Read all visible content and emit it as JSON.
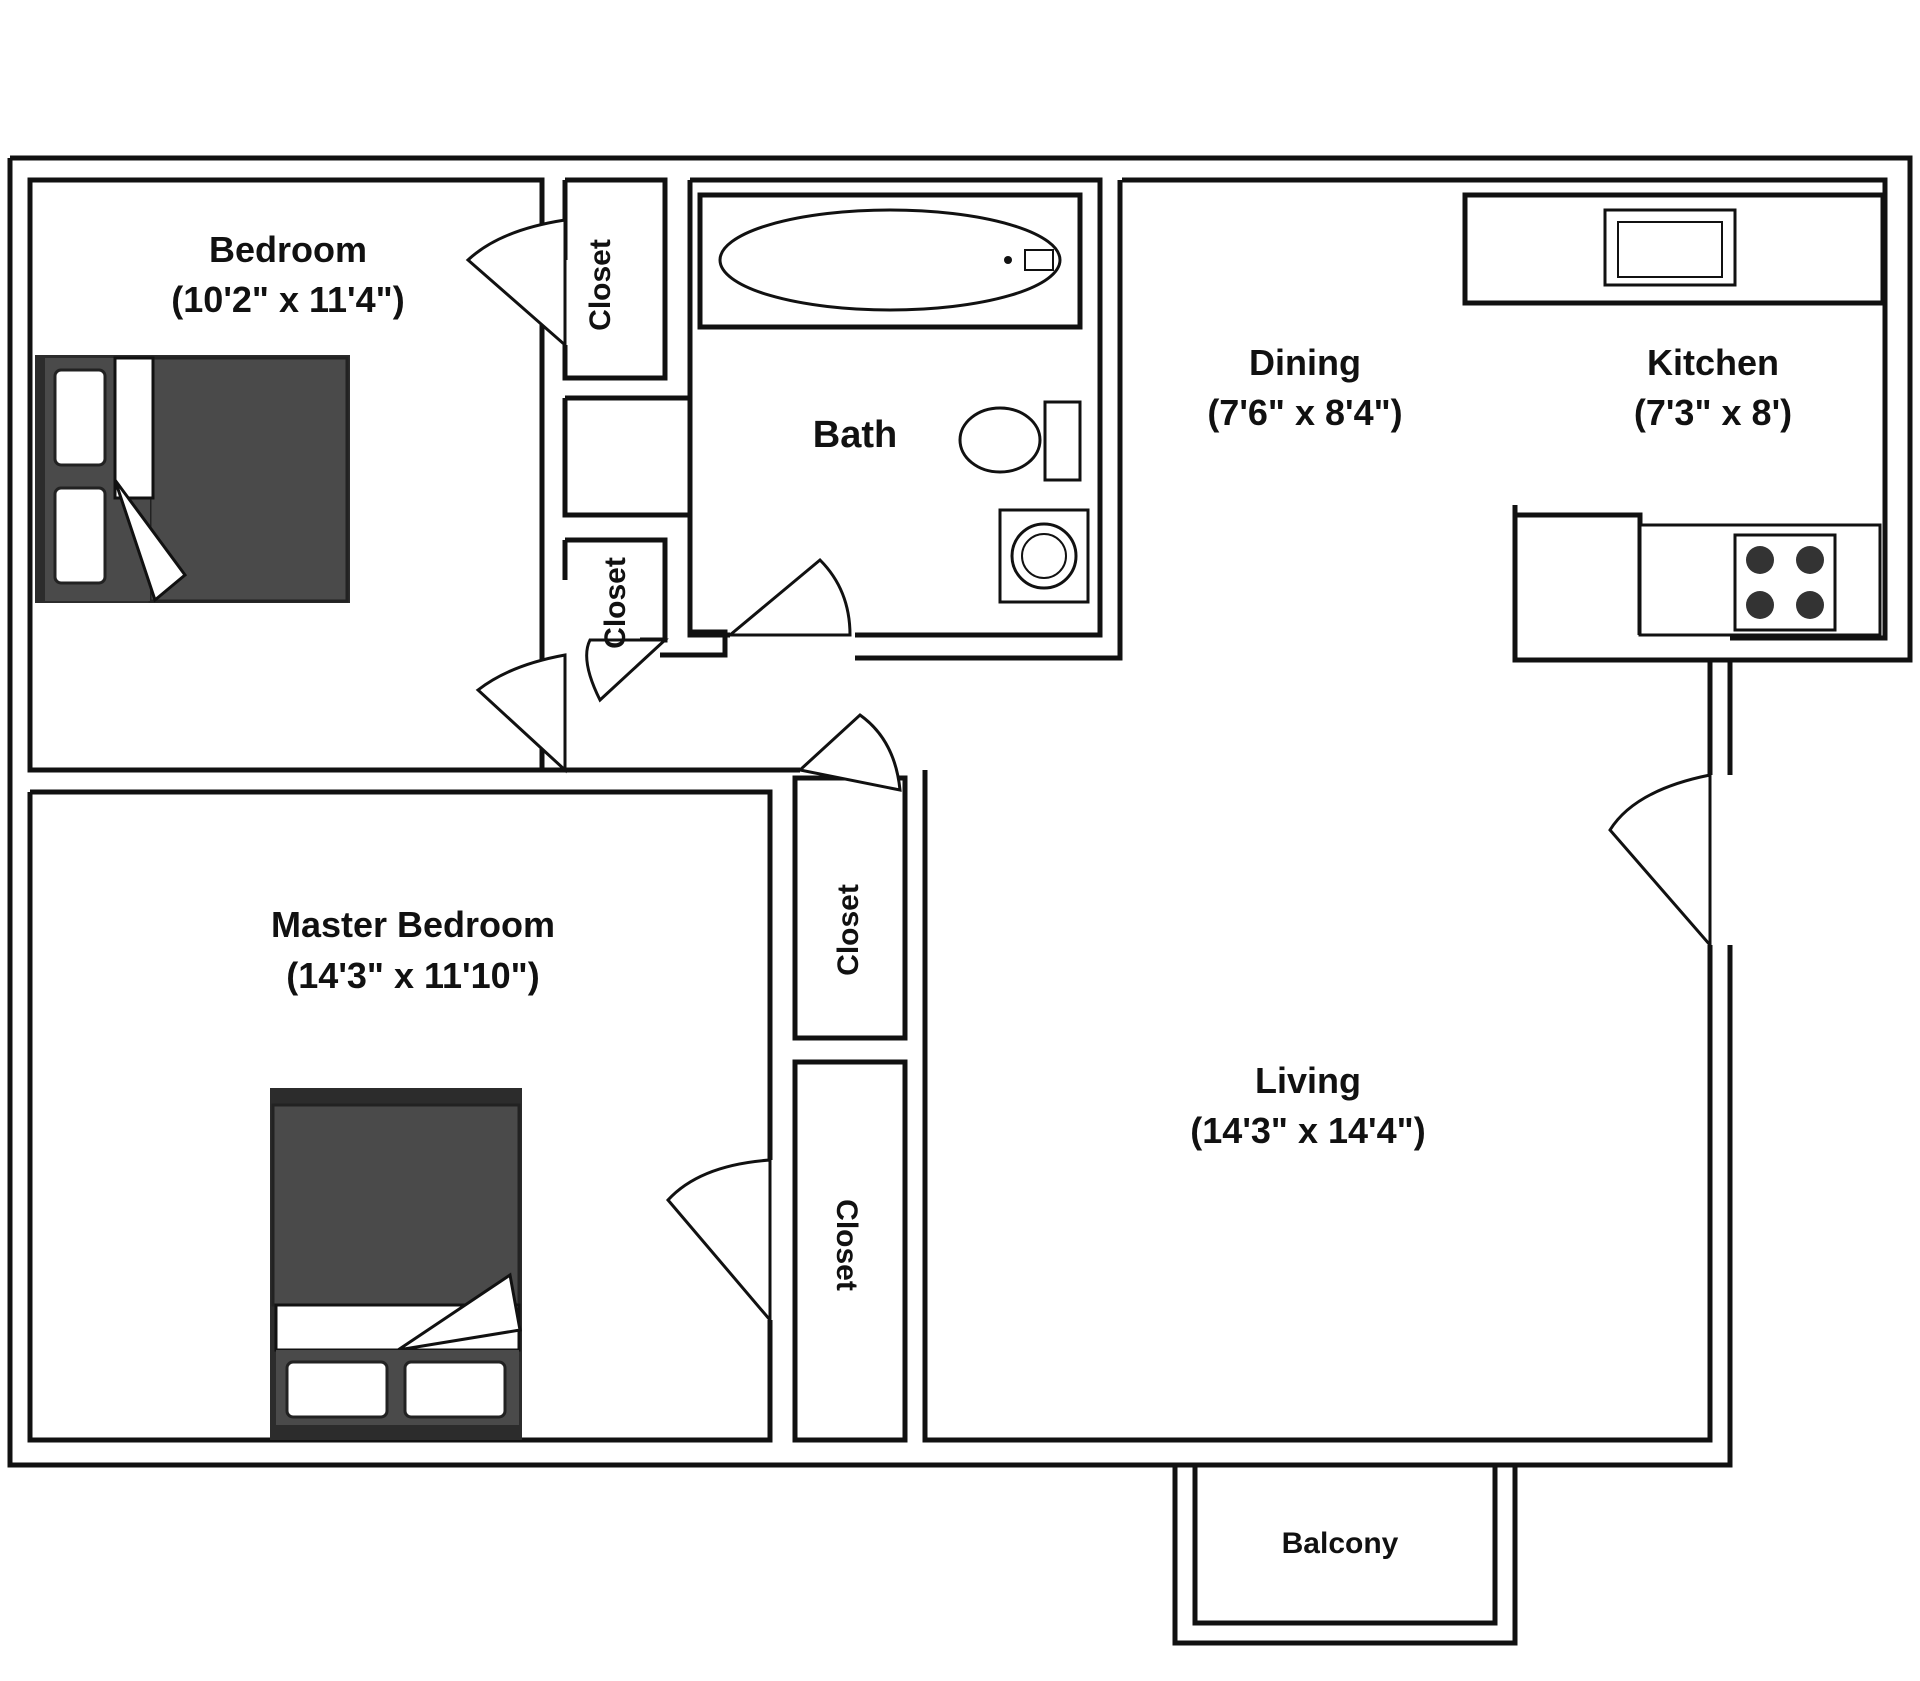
{
  "rooms": {
    "bedroom": {
      "name": "Bedroom",
      "size": "(10'2\" x 11'4\")"
    },
    "bath": {
      "name": "Bath"
    },
    "dining": {
      "name": "Dining",
      "size": "(7'6\" x 8'4\")"
    },
    "kitchen": {
      "name": "Kitchen",
      "size": "(7'3\" x 8')"
    },
    "master_bedroom": {
      "name": "Master Bedroom",
      "size": "(14'3\" x 11'10\")"
    },
    "living": {
      "name": "Living",
      "size": "(14'3\" x 14'4\")"
    },
    "balcony": {
      "name": "Balcony"
    }
  },
  "closets": {
    "closet_1": "Closet",
    "closet_2": "Closet",
    "closet_3": "Closet",
    "closet_4": "Closet"
  },
  "colors": {
    "wall": "#111111",
    "bed": "#4a4a4a",
    "background": "#ffffff"
  }
}
